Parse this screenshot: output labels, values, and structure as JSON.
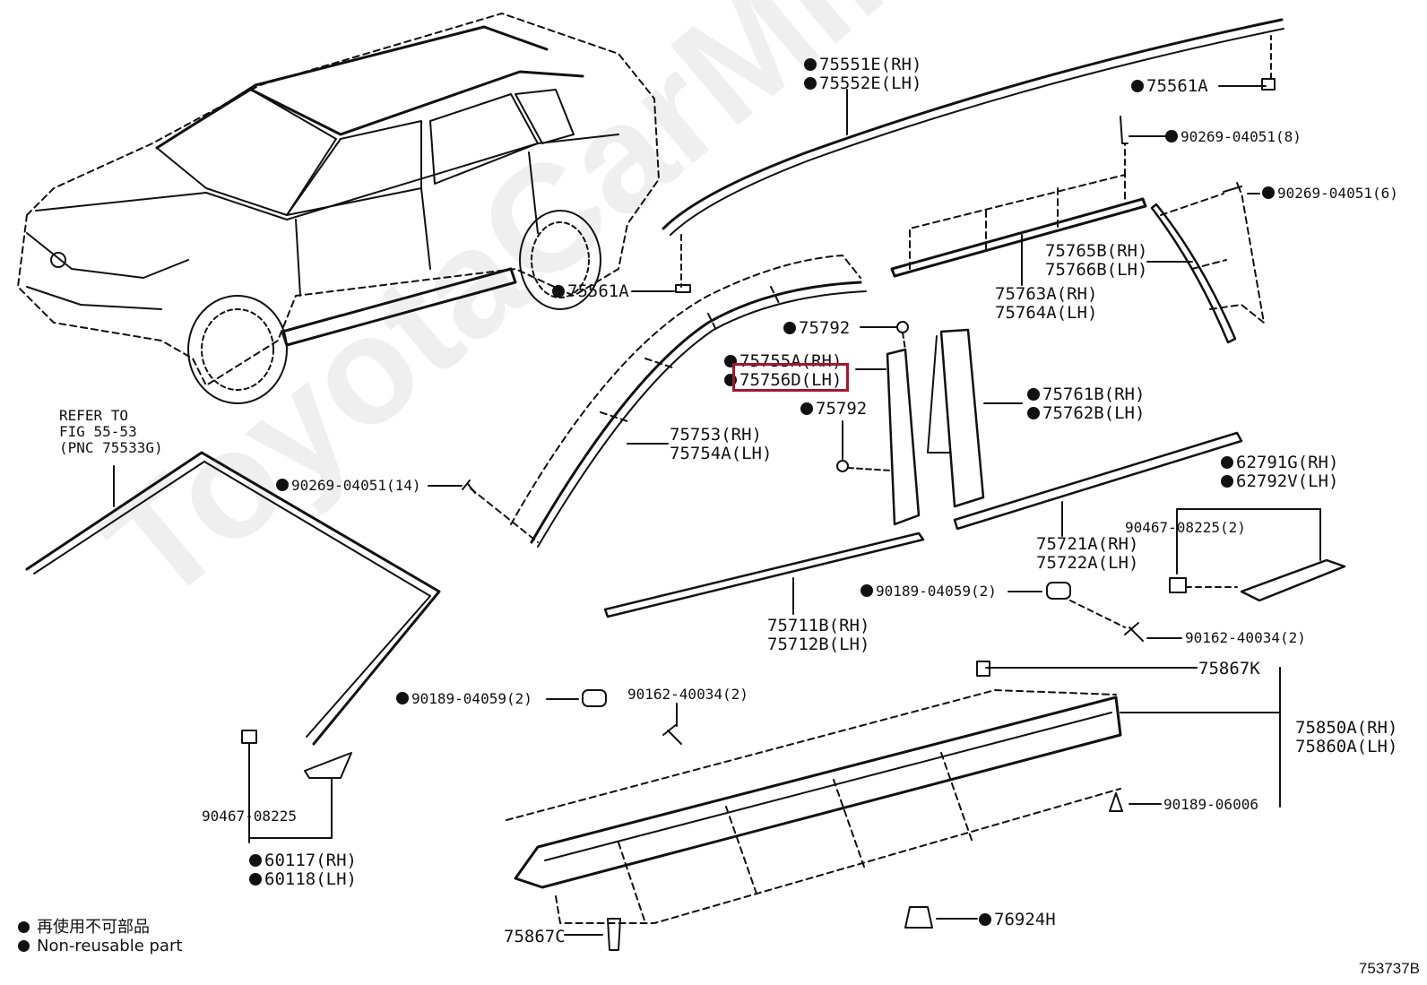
{
  "watermark": "ToyotaCarMine.ru",
  "figure_number": "753737B",
  "highlight_colour": "#a0182e",
  "legend": {
    "jp": "再使用不可部品",
    "en": "Non-reusable part"
  },
  "refer_note": {
    "line1": "REFER TO",
    "line2": "FIG 55-53",
    "line3": "(PNC 75533G)"
  },
  "labels": {
    "p75551e": "75551E(RH)",
    "p75552e": "75552E(LH)",
    "p75561a_top": "75561A",
    "p90269_8": "90269-04051(8)",
    "p90269_6": "90269-04051(6)",
    "p75765b": "75765B(RH)",
    "p75766b": "75766B(LH)",
    "p75763a": "75763A(RH)",
    "p75764a": "75764A(LH)",
    "p75561a_low": "75561A",
    "p75792_a": "75792",
    "p75755a": "75755A(RH)",
    "p75756d": "75756D(LH)",
    "p75792_b": "75792",
    "p75761b": "75761B(RH)",
    "p75762b": "75762B(LH)",
    "p75753": "75753(RH)",
    "p75754a": "75754A(LH)",
    "p90269_14": "90269-04051(14)",
    "p62791g": "62791G(RH)",
    "p62792v": "62792V(LH)",
    "p90467_2": "90467-08225(2)",
    "p75721a": "75721A(RH)",
    "p75722a": "75722A(LH)",
    "p90189_04059_a": "90189-04059(2)",
    "p90162_a": "90162-40034(2)",
    "p75711b": "75711B(RH)",
    "p75712b": "75712B(LH)",
    "p75867k": "75867K",
    "p90189_04059_b": "90189-04059(2)",
    "p90162_b": "90162-40034(2)",
    "p75850a": "75850A(RH)",
    "p75860a": "75860A(LH)",
    "p90189_06006": "90189-06006",
    "p90467_single": "90467-08225",
    "p60117": "60117(RH)",
    "p60118": "60118(LH)",
    "p75867c": "75867C",
    "p76924h": "76924H"
  }
}
